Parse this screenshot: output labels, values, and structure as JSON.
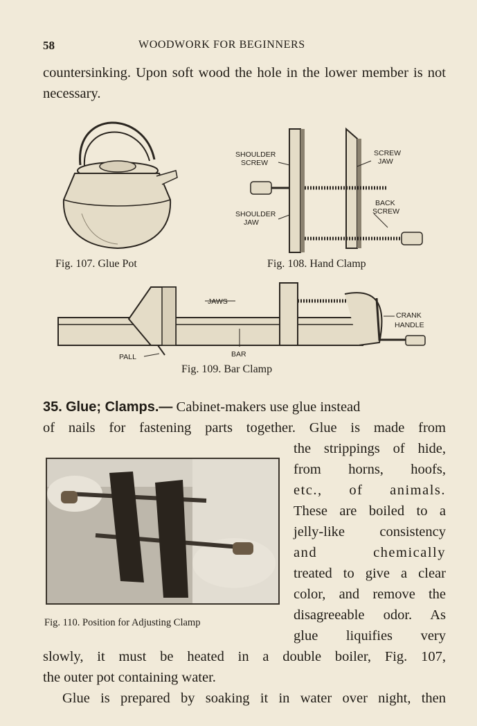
{
  "header": {
    "page_number": "58",
    "running_title": "WOODWORK FOR BEGINNERS"
  },
  "intro_text": "countersinking. Upon soft wood the hole in the lower member is not necessary.",
  "figures": {
    "fig107": {
      "caption": "Fig. 107.   Glue Pot"
    },
    "fig108": {
      "caption": "Fig. 108.   Hand Clamp",
      "labels": {
        "shoulder_screw": [
          "SHOULDER",
          "SCREW"
        ],
        "screw_jaw": [
          "SCREW",
          "JAW"
        ],
        "back_screw": [
          "BACK",
          "SCREW"
        ],
        "shoulder_jaw": [
          "SHOULDER",
          "JAW"
        ]
      }
    },
    "fig109": {
      "caption": "Fig. 109.   Bar Clamp",
      "labels": {
        "jaws": "JAWS",
        "crank_handle": [
          "CRANK",
          "HANDLE"
        ],
        "pall": "PALL",
        "bar": "BAR"
      }
    },
    "fig110": {
      "caption": "Fig. 110.   Position for Adjusting Clamp"
    }
  },
  "section": {
    "number": "35.",
    "title": "Glue; Clamps.—",
    "lead": " Cabinet-makers use glue instead"
  },
  "paragraph_lines": {
    "full_first": "of nails for fastening parts together.   Glue is made from",
    "narrow": [
      "the strippings of hide,",
      "from horns, hoofs,",
      "etc., of animals.",
      "These are boiled to a",
      "jelly-like consistency",
      "and chemically",
      "treated to give a clear",
      "color, and remove the",
      "disagreeable odor. As",
      "glue liquifies very"
    ],
    "wide": [
      "slowly, it must be heated in a double boiler, Fig. 107,",
      "the outer pot containing water."
    ],
    "final": "Glue is prepared by soaking it in water over night, then"
  }
}
